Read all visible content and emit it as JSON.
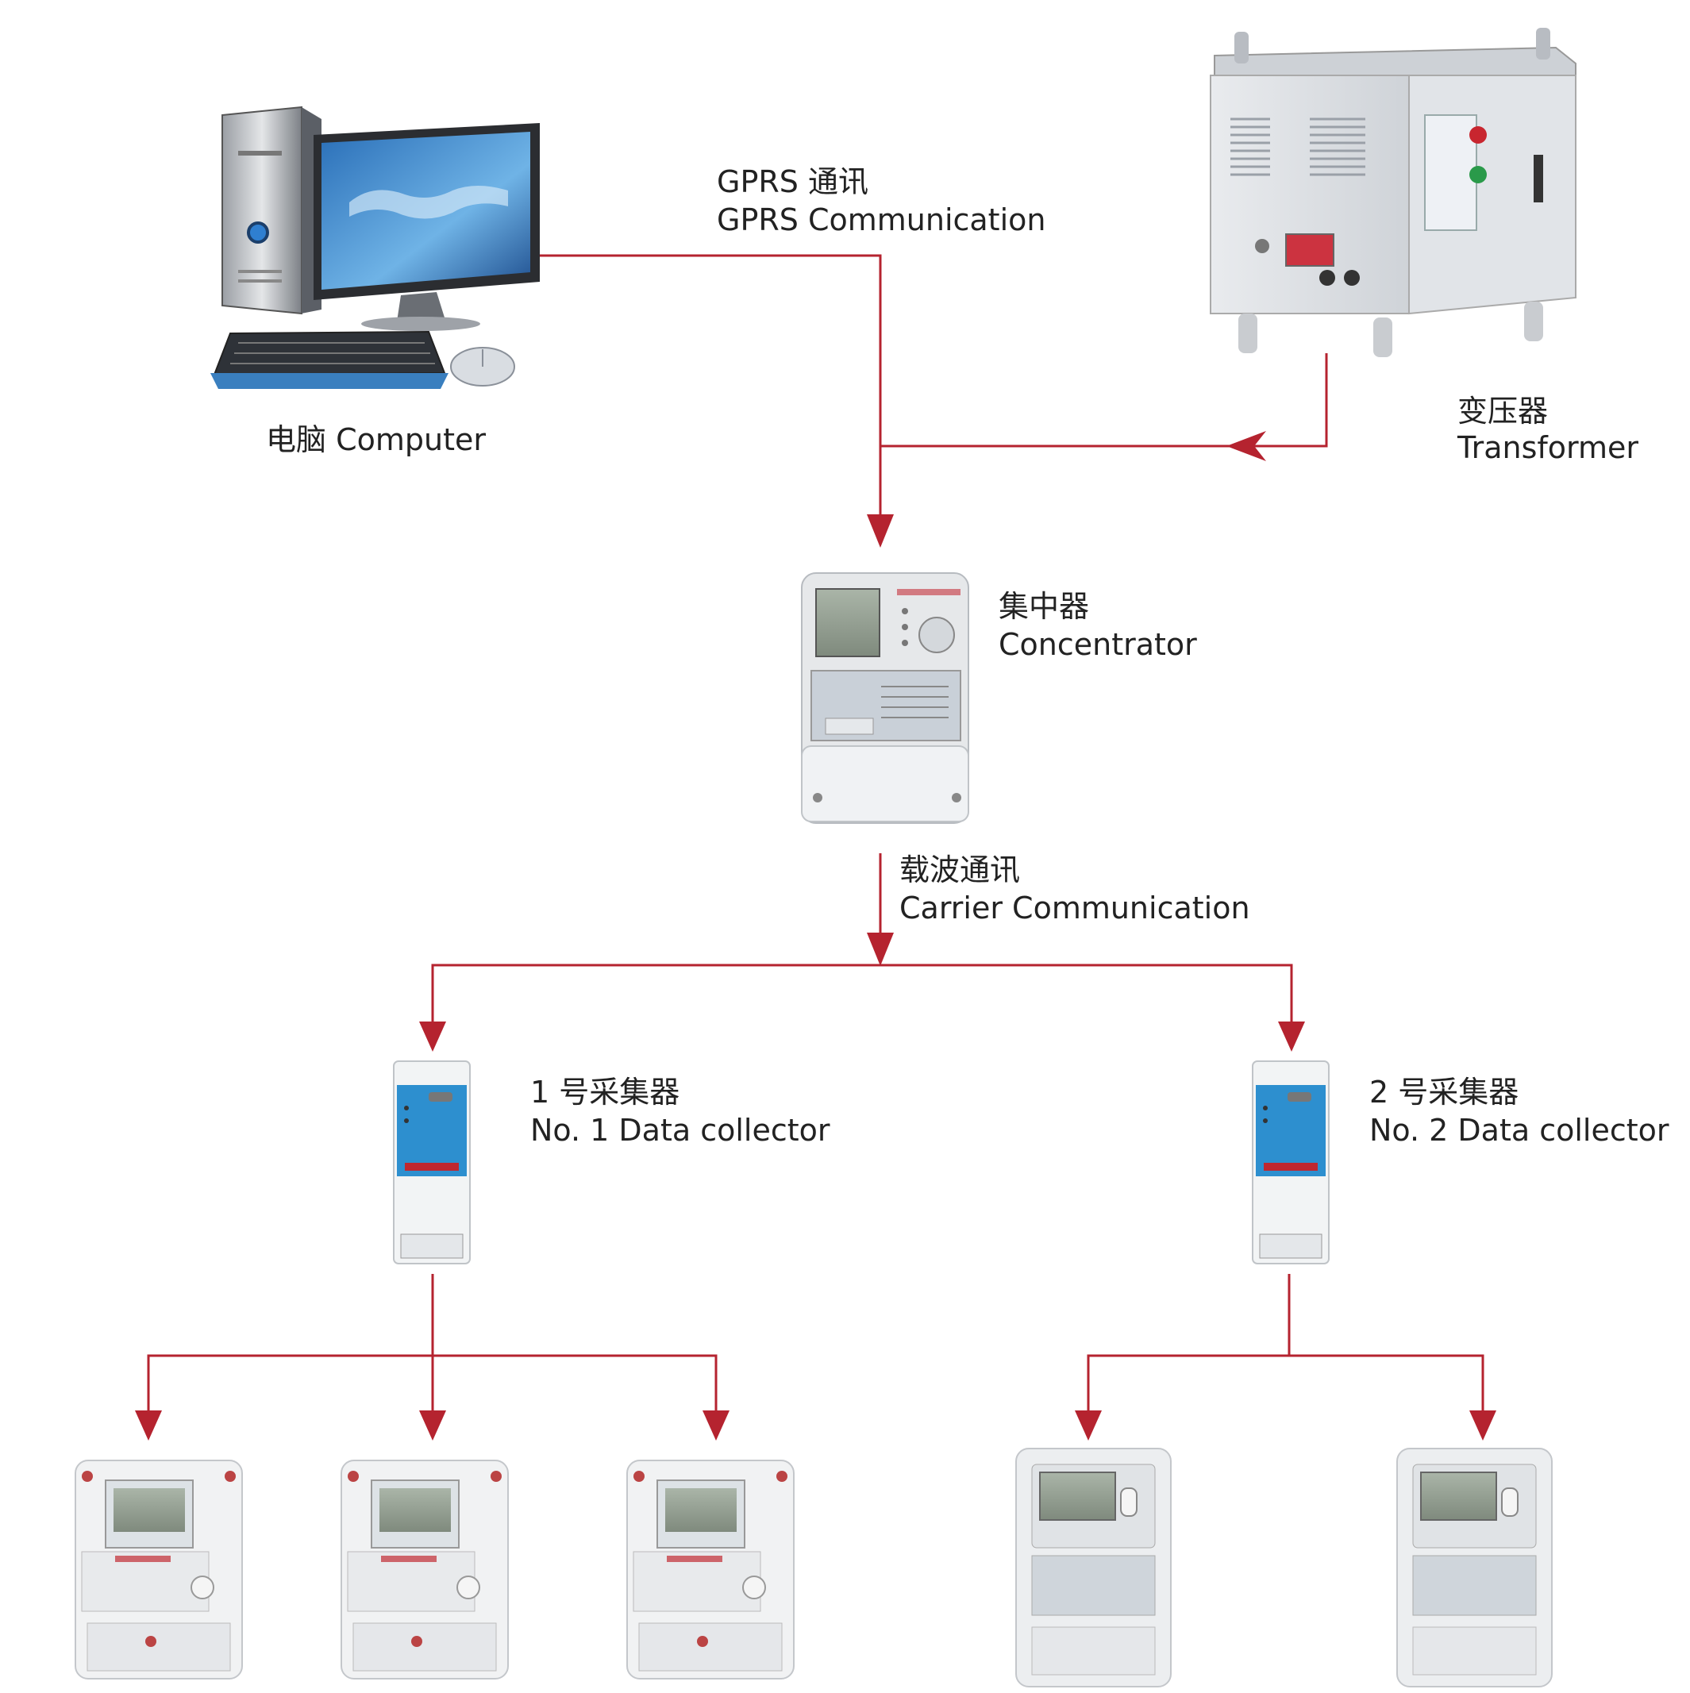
{
  "colors": {
    "connector": "#b5232f",
    "background": "#ffffff",
    "text": "#222222"
  },
  "nodes": {
    "computer": {
      "label": "电脑 Computer",
      "icon": "desktop-computer-icon"
    },
    "transformer": {
      "label_cn": "变压器",
      "label_en": "Transformer",
      "icon": "transformer-cabinet-icon"
    },
    "concentrator": {
      "label_cn": "集中器",
      "label_en": "Concentrator",
      "icon": "concentrator-device-icon"
    },
    "collector_1": {
      "label_cn": "1 号采集器",
      "label_en": "No. 1 Data collector",
      "icon": "data-collector-icon"
    },
    "collector_2": {
      "label_cn": "2 号采集器",
      "label_en": "No. 2 Data collector",
      "icon": "data-collector-icon"
    }
  },
  "links": {
    "gprs": {
      "label_cn": "GPRS 通讯",
      "label_en": "GPRS Communication"
    },
    "carrier": {
      "label_cn": "载波通讯",
      "label_en": "Carrier Communication"
    }
  },
  "meters": {
    "single_phase_count": 3,
    "three_phase_count": 2,
    "single_phase_icon": "single-phase-meter-icon",
    "three_phase_icon": "three-phase-meter-icon"
  }
}
